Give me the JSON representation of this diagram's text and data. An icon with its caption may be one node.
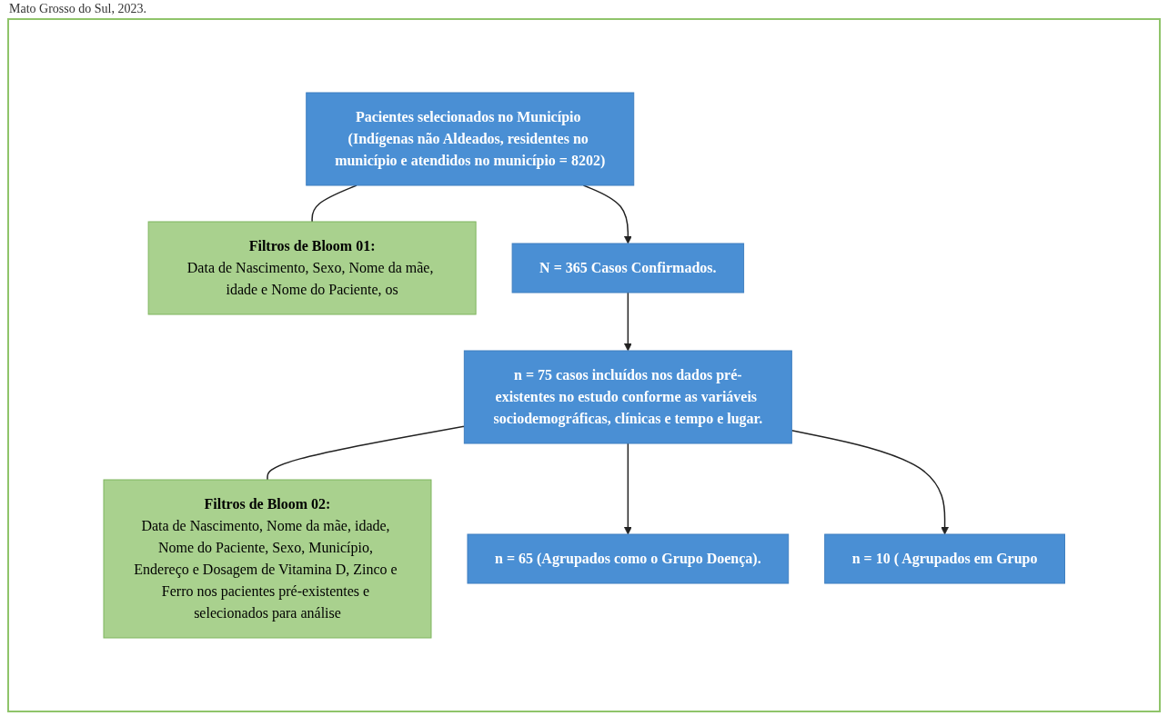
{
  "diagram": {
    "nodes": [
      {
        "text": [
          "Pacientes selecionados no Município (Indígenas não Aldeados, residentes no município e atendidos no município = 8202)"
        ]
      },
      {
        "text": [
          "Filtros de Bloom 01:",
          "Data de Nascimento, Sexo, Nome da mãe, idade e Nome do Paciente, os"
        ]
      },
      {
        "text": [
          "N = 365 Casos Confirmados."
        ]
      },
      {
        "text": [
          "n = 75 casos incluídos nos dados pré-existentes no estudo conforme as variáveis sociodemográficas, clínicas e tempo e lugar."
        ]
      },
      {
        "text": [
          "Filtros de Bloom 02:",
          "Data de Nascimento, Nome da mãe, idade, Nome do Paciente, Sexo, Município, Endereço e Dosagem de Vitamina D, Zinco e Ferro nos pacientes pré-existentes e selecionados para análise"
        ]
      },
      {
        "text": [
          "n = 65 (Agrupados como o Grupo Doença)."
        ]
      },
      {
        "text": [
          "n = 10 ( Agrupados em Grupo"
        ]
      }
    ],
    "edges": [
      {
        "from": 0,
        "to": 1,
        "arrow": "none"
      },
      {
        "from": 0,
        "to": 2,
        "arrow": "to"
      },
      {
        "from": 2,
        "to": 3,
        "arrow": "to"
      },
      {
        "from": 3,
        "to": 4,
        "arrow": "none"
      },
      {
        "from": 3,
        "to": 5,
        "arrow": "to"
      },
      {
        "from": 3,
        "to": 6,
        "arrow": "to"
      }
    ],
    "labels": [
      "Mato Grosso do Sul, 2023."
    ]
  }
}
